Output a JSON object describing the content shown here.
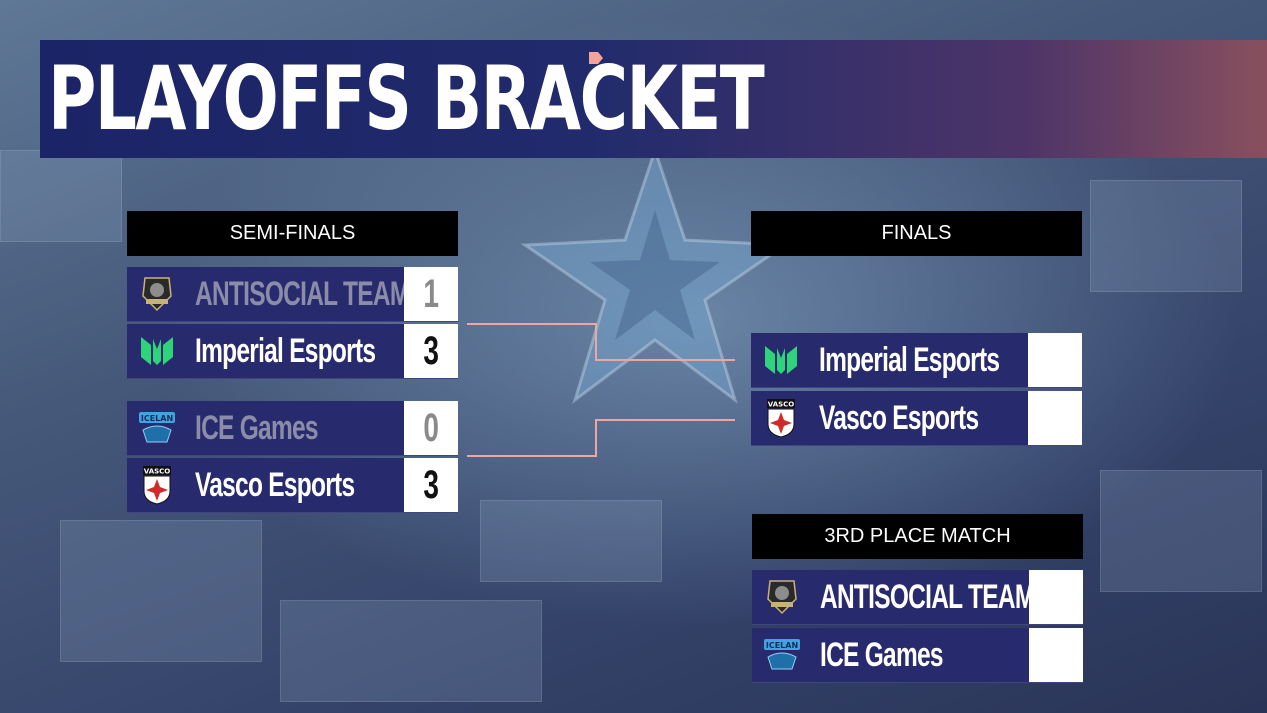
{
  "title": "PLAYOFFS BRACKET",
  "sections": {
    "semifinals": "SEMI-FINALS",
    "finals": "FINALS",
    "third_place": "3RD PLACE MATCH"
  },
  "semifinals": [
    {
      "top": {
        "name": "ANTISOCIAL TEAM",
        "score": "1",
        "logo": "antisocial-team-logo"
      },
      "bottom": {
        "name": "Imperial Esports",
        "score": "3",
        "logo": "imperial-esports-logo"
      }
    },
    {
      "top": {
        "name": "ICE Games",
        "score": "0",
        "logo": "ice-games-logo",
        "logo_text": "ICELAN"
      },
      "bottom": {
        "name": "Vasco Esports",
        "score": "3",
        "logo": "vasco-esports-logo",
        "logo_text": "VASCO"
      }
    }
  ],
  "finals": {
    "top": {
      "name": "Imperial Esports",
      "score": "",
      "logo": "imperial-esports-logo"
    },
    "bottom": {
      "name": "Vasco Esports",
      "score": "",
      "logo": "vasco-esports-logo",
      "logo_text": "VASCO"
    }
  },
  "third_place": {
    "top": {
      "name": "ANTISOCIAL TEAM",
      "score": "",
      "logo": "antisocial-team-logo"
    },
    "bottom": {
      "name": "ICE Games",
      "score": "",
      "logo": "ice-games-logo",
      "logo_text": "ICELAN"
    }
  },
  "colors": {
    "row_bg": "#272b6e",
    "header_bg": "#000000",
    "connector": "#f0a6a0",
    "imperial_green": "#2fd37a",
    "ice_blue": "#3fa4e0",
    "vasco_red": "#d12a2a"
  }
}
